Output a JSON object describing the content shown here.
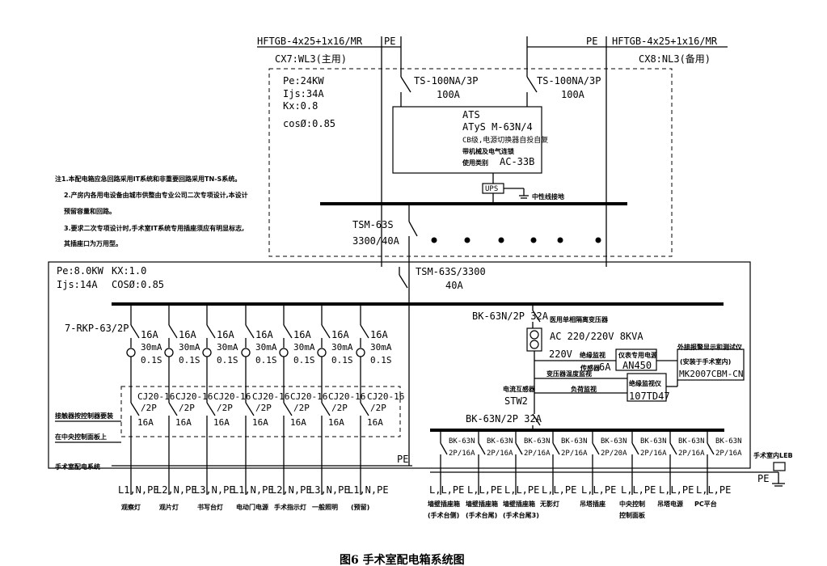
{
  "incoming": {
    "left": {
      "cable": "HFTGB-4x25+1x16/MR",
      "pe": "PE",
      "circuit": "CX7:WL3(主用)",
      "breaker": "TS-100NA/3P",
      "rating": "100A"
    },
    "right": {
      "cable": "HFTGB-4x25+1x16/MR",
      "pe": "PE",
      "circuit": "CX8:NL3(备用)",
      "breaker": "TS-100NA/3P",
      "rating": "100A"
    }
  },
  "upper_panel": {
    "pe": "Pe:24KW",
    "ijs": "Ijs:34A",
    "kx": "Kx:0.8",
    "cos": "cosØ:0.85",
    "tsm_model": "TSM-63S",
    "tsm_rating": "3300/40A"
  },
  "ats": {
    "title": "ATS",
    "model": "ATyS M-63N/4",
    "line1": "CB级,电源切换器自投自复",
    "line2": "带机械及电气连锁",
    "line3": "使用类别",
    "line3_code": "AC-33B"
  },
  "ups": {
    "label": "UPS",
    "ground": "中性线接地"
  },
  "notes": [
    "注1.本配电箱应急回路采用IT系统和非重要回路采用TN-S系统。",
    "2.产房内各用电设备由城市供整由专业公司二次专项设计,本设计",
    "预留容量和回路。",
    "3.要求二次专项设计时,手术室IT系统专用插座须应有明显标志,",
    "其插座口为万用型。"
  ],
  "lower_panel": {
    "pe": "Pe:8.0KW",
    "kx": "KX:1.0",
    "ijs": "Ijs:14A",
    "cos": "COSØ:0.85",
    "tsm_model": "TSM-63S/3300",
    "tsm_rating": "40A",
    "pe_label": "PE",
    "pe_bar_label": "手术室配电系统"
  },
  "left_group": {
    "model": "7-RKP-63/2P",
    "contactor_label_1": "接触器按控制器要装",
    "contactor_label_2": "在中央控制面板上",
    "branches": [
      {
        "rating": "16A",
        "rcd": "30mA",
        "time": "0.1S",
        "contactor": "CJ20-16",
        "poles": "/2P",
        "c_rating": "16A",
        "out": "L1,N,PE",
        "desc": "观察灯"
      },
      {
        "rating": "16A",
        "rcd": "30mA",
        "time": "0.1S",
        "contactor": "CJ20-16",
        "poles": "/2P",
        "c_rating": "16A",
        "out": "L2,N,PE",
        "desc": "观片灯"
      },
      {
        "rating": "16A",
        "rcd": "30mA",
        "time": "0.1S",
        "contactor": "CJ20-16",
        "poles": "/2P",
        "c_rating": "16A",
        "out": "L3,N,PE",
        "desc": "书写台灯"
      },
      {
        "rating": "16A",
        "rcd": "30mA",
        "time": "0.1S",
        "contactor": "CJ20-16",
        "poles": "/2P",
        "c_rating": "16A",
        "out": "L1,N,PE",
        "desc": "电动门电源"
      },
      {
        "rating": "16A",
        "rcd": "30mA",
        "time": "0.1S",
        "contactor": "CJ20-16",
        "poles": "/2P",
        "c_rating": "16A",
        "out": "L2,N,PE",
        "desc": "手术指示灯"
      },
      {
        "rating": "16A",
        "rcd": "30mA",
        "time": "0.1S",
        "contactor": "CJ20-16",
        "poles": "/2P",
        "c_rating": "16A",
        "out": "L3,N,PE",
        "desc": "一般照明"
      },
      {
        "rating": "16A",
        "rcd": "30mA",
        "time": "0.1S",
        "contactor": "CJ20-16",
        "poles": "/2P",
        "c_rating": "16A",
        "out": "L1,N,PE",
        "desc": "(预留)"
      }
    ]
  },
  "right_group": {
    "bk_top": "BK-63N/2P 32A",
    "transformer_label": "医用单相隔离变压器",
    "transformer_rating": "AC 220/220V 8KVA",
    "secondary_voltage": "220V",
    "insulation_monitor": "绝缘监视",
    "current_sensor": "传感器",
    "current_sensor_rating": "6A",
    "transformer_temp": "变压器温度监视",
    "load_monitor": "负荷监视",
    "current_transformer": "电流互感器",
    "stw": "STW2",
    "bk_mid": "BK-63N/2P 32A",
    "pe_label": "PE",
    "leb": "手术室内LEB",
    "branches": [
      {
        "model": "BK-63N",
        "rating": "2P/16A",
        "out": "L,L,PE",
        "desc1": "墙壁插座箱",
        "desc2": "(手术台侧)"
      },
      {
        "model": "BK-63N",
        "rating": "2P/16A",
        "out": "L,L,PE",
        "desc1": "墙壁插座箱",
        "desc2": "(手术台尾)"
      },
      {
        "model": "BK-63N",
        "rating": "2P/16A",
        "out": "L,L,PE",
        "desc1": "墙壁插座箱",
        "desc2": "(手术台尾3)"
      },
      {
        "model": "BK-63N",
        "rating": "2P/16A",
        "out": "L,L,PE",
        "desc1": "无影灯",
        "desc2": ""
      },
      {
        "model": "BK-63N",
        "rating": "2P/20A",
        "out": "L,L,PE",
        "desc1": "吊塔插座",
        "desc2": ""
      },
      {
        "model": "BK-63N",
        "rating": "2P/16A",
        "out": "L,L,PE",
        "desc1": "中央控制",
        "desc2": "控制面板"
      },
      {
        "model": "BK-63N",
        "rating": "2P/16A",
        "out": "L,L,PE",
        "desc1": "吊塔电源",
        "desc2": ""
      },
      {
        "model": "BK-63N",
        "rating": "2P/16A",
        "out": "L,L,PE",
        "desc1": "PC平台",
        "desc2": ""
      }
    ]
  },
  "monitors": [
    {
      "title": "仪表专用电源",
      "model": "AN450"
    },
    {
      "title": "绝缘监视仪",
      "model": "107TD47"
    },
    {
      "title": "外接报警显示和测试仪",
      "subtitle": "(安装于手术室内)",
      "model": "MK2007CBM-CN"
    }
  ],
  "caption": "图6  手术室配电箱系统图"
}
